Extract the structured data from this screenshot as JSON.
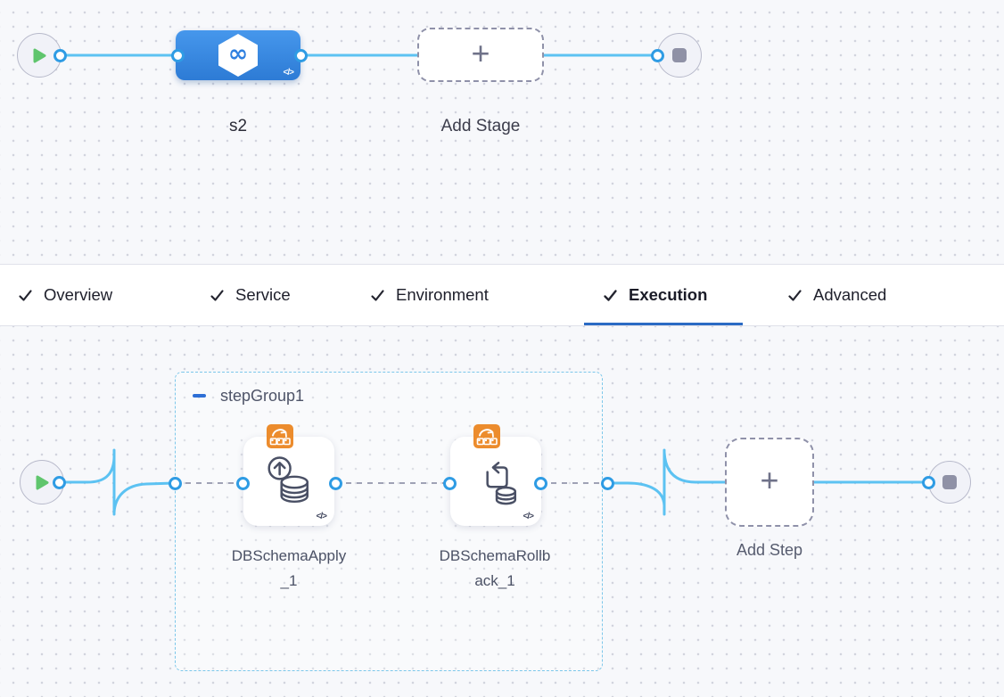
{
  "colors": {
    "stage_blue": "#3b86e0",
    "connector_blue": "#5cc2f2",
    "port_ring_blue": "#2f9ce4",
    "active_tab_underline": "#2b6bc4",
    "step_group_border": "#7cc7ea",
    "badge_orange": "#ec8c2d",
    "play_green": "#5fc56d",
    "stop_gray": "#8f91a6"
  },
  "stage_canvas": {
    "stage_label": "s2",
    "stage_code_glyph": "</>",
    "add_stage_label": "Add Stage",
    "plus_glyph": "+"
  },
  "tab_bar": {
    "active_tab": "Execution",
    "tabs": [
      {
        "label": "Overview",
        "checked": true
      },
      {
        "label": "Service",
        "checked": true
      },
      {
        "label": "Environment",
        "checked": true
      },
      {
        "label": "Execution",
        "checked": true
      },
      {
        "label": "Advanced",
        "checked": true
      }
    ]
  },
  "execution_canvas": {
    "step_group_label": "stepGroup1",
    "steps": [
      {
        "label": "DBSchemaApply_1",
        "code_glyph": "</>",
        "icon": "db-schema-apply-icon",
        "badge": "aws-badge"
      },
      {
        "label": "DBSchemaRollback_1",
        "code_glyph": "</>",
        "icon": "db-schema-rollback-icon",
        "badge": "aws-badge"
      }
    ],
    "add_step_label": "Add Step",
    "plus_glyph": "+"
  }
}
